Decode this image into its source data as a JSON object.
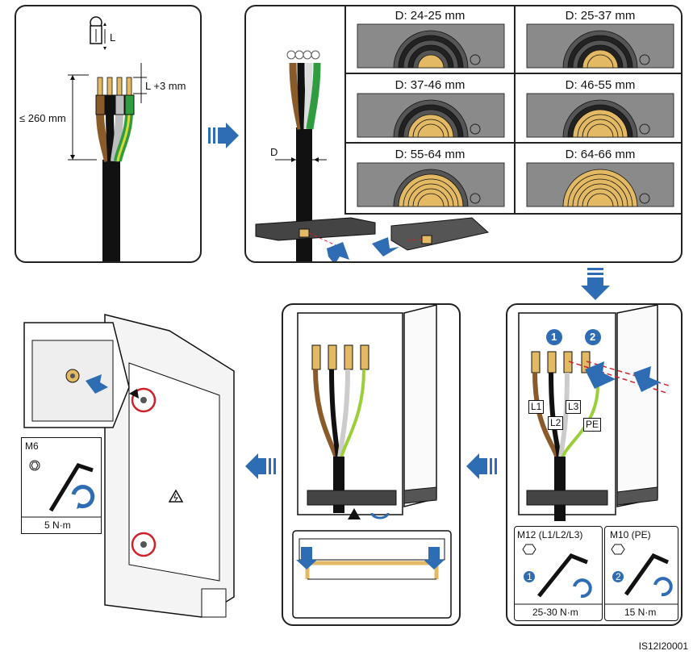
{
  "cable": {
    "length_label": "L",
    "strip_label": "L +3 mm",
    "max_length_label": "≤ 260 mm",
    "diameter_label": "D"
  },
  "diameters": [
    {
      "label": "D: 24-25 mm",
      "rings": 1
    },
    {
      "label": "D: 25-37 mm",
      "rings": 2
    },
    {
      "label": "D: 37-46 mm",
      "rings": 3
    },
    {
      "label": "D: 46-55 mm",
      "rings": 4
    },
    {
      "label": "D: 55-64 mm",
      "rings": 5
    },
    {
      "label": "D: 64-66 mm",
      "rings": 6
    }
  ],
  "terminals": {
    "step1": "1",
    "step2": "2",
    "l1": "L1",
    "l2": "L2",
    "l3": "L3",
    "pe": "PE"
  },
  "tools": {
    "m12_title": "M12 (L1/L2/L3)",
    "m12_step": "1",
    "m12_torque": "25-30 N·m",
    "m10_title": "M10 (PE)",
    "m10_step": "2",
    "m10_torque": "15 N·m",
    "m6_title": "M6",
    "m6_torque": "5 N·m"
  },
  "doc_id": "IS12I20001",
  "colors": {
    "arrow_blue": "#2e6db4",
    "brown": "#8b5a2b",
    "grey": "#b9b9b9",
    "green": "#2f9d3f",
    "yellow": "#d6d93a",
    "gold": "#e3b964",
    "panel_grey": "#8a8a8a",
    "red": "#d0212a"
  }
}
